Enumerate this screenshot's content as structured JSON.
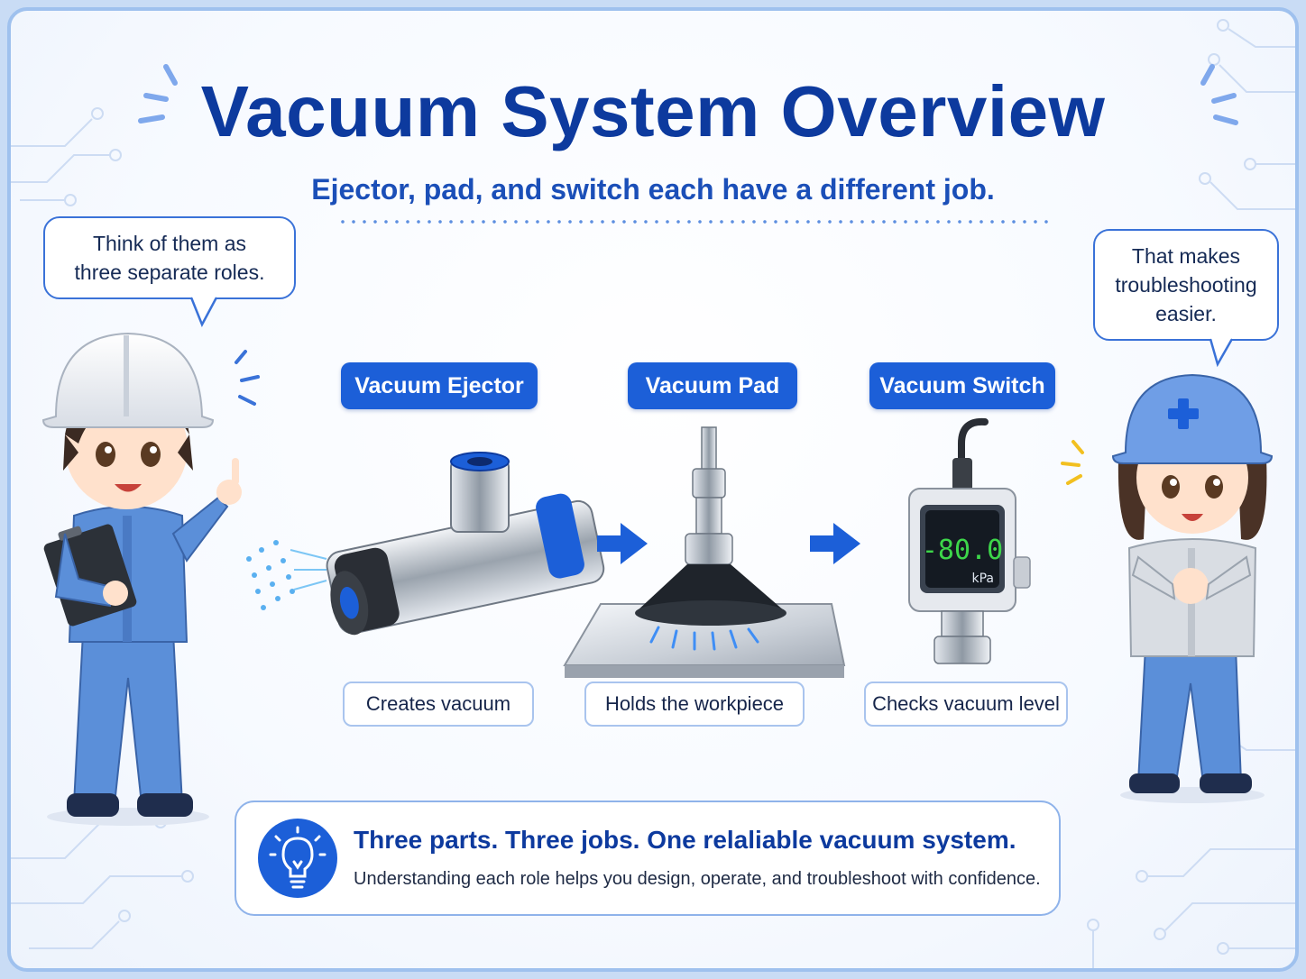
{
  "title": "Vacuum System Overview",
  "subtitle": "Ejector, pad, and switch each have a different job.",
  "bubbles": {
    "left": [
      "Think of them as",
      "three separate roles."
    ],
    "right": [
      "That makes",
      "troubleshooting",
      "easier."
    ]
  },
  "components": [
    {
      "label": "Vacuum Ejector",
      "description": "Creates vacuum"
    },
    {
      "label": "Vacuum Pad",
      "description": "Holds the workpiece"
    },
    {
      "label": "Vacuum Switch",
      "description": "Checks vacuum level"
    }
  ],
  "switch_display": {
    "value": "-80.0",
    "unit": "kPa"
  },
  "summary": {
    "headline": "Three parts. Three jobs. One relaliable vacuum system.",
    "body": "Understanding each role helps you design, operate, and troubleshoot with confidence."
  },
  "colors": {
    "primary": "#1c5fd8",
    "title": "#0d3a9e",
    "uniform": "#5b8fd9",
    "display": "#3dd64a"
  },
  "icons": [
    "lightbulb-icon",
    "arrow-right-icon",
    "sparkle-icon"
  ]
}
